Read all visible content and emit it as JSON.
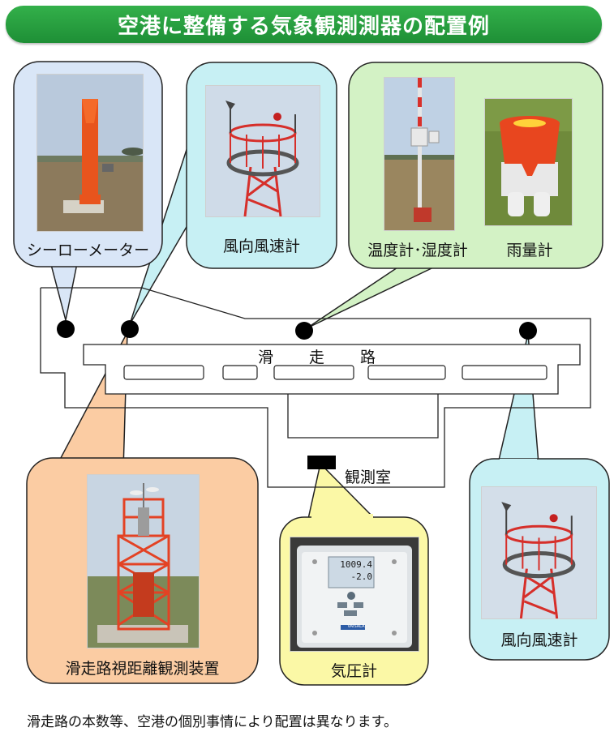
{
  "title": "空港に整備する気象観測測器の配置例",
  "labels": {
    "ceilometer": "シーローメーター",
    "wind_top": "風向風速計",
    "thermo_hygro": "温度計･湿度計",
    "rain_gauge": "雨量計",
    "rvr": "滑走路視距離観測装置",
    "barometer": "気圧計",
    "wind_right": "風向風速計"
  },
  "map": {
    "runway": "滑走路",
    "observation_room": "観測室"
  },
  "barometer_display": {
    "line1": "1009.4",
    "line2": "-2.0",
    "brand": "VAISALA"
  },
  "footnote": "滑走路の本数等、空港の個別事情により配置は異なります。",
  "colors": {
    "title_bg": "#2aa243",
    "blue_bubble": "#d9e6f7",
    "cyan_bubble": "#c7f0f4",
    "green_bubble": "#d3f2c5",
    "orange_bubble": "#fbcca3",
    "yellow_bubble": "#fbf8a6",
    "marker": "#000000"
  }
}
